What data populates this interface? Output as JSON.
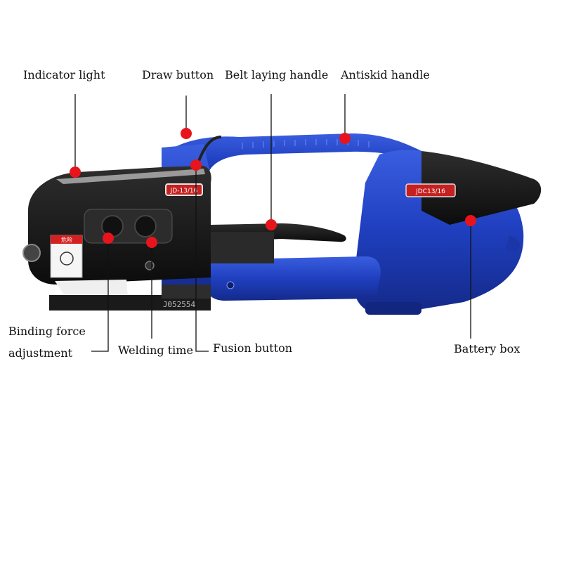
{
  "labels": {
    "indicator_light": "Indicator light",
    "draw_button": "Draw button",
    "belt_laying_handle": "Belt laying handle",
    "antiskid_handle": "Antiskid handle",
    "binding_force_line1": "Binding force",
    "binding_force_line2": "adjustment",
    "welding_time": "Welding time",
    "fusion_button": "Fusion button",
    "battery_box": "Battery box"
  },
  "product_markings": {
    "model_plate": "JD-13/16",
    "side_plate": "JDC13/16",
    "serial": "J052554",
    "warning_title": "危险"
  },
  "colors": {
    "body_blue": "#1f3fbf",
    "body_black": "#161616",
    "marker_red": "#e8141c"
  }
}
